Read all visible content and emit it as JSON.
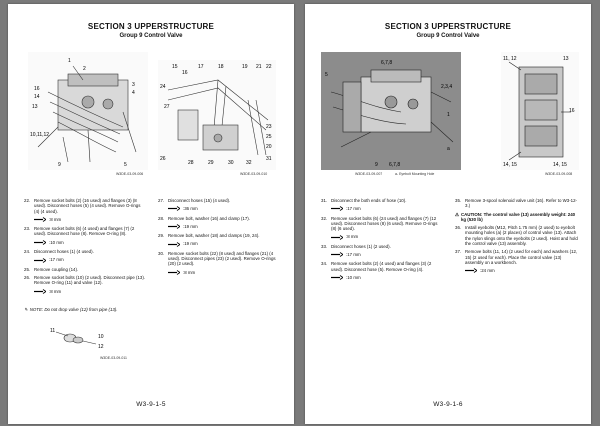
{
  "left": {
    "section": "SECTION 3 UPPERSTRUCTURE",
    "group": "Group 9 Control Valve",
    "fig1_caption": "W3DE-03-09-006",
    "fig2_caption": "W3DE-03-09-010",
    "fig3_caption": "W3DE-03-09-011",
    "fig1_labels": [
      "1",
      "2",
      "3",
      "4",
      "16",
      "14",
      "13",
      "10,11,12",
      "9",
      "5"
    ],
    "fig2_labels": [
      "15",
      "16",
      "17",
      "18",
      "19",
      "20",
      "21",
      "22",
      "23",
      "24",
      "25",
      "26",
      "27",
      "28",
      "29",
      "30",
      "31",
      "32"
    ],
    "fig3_labels": [
      "11",
      "10",
      "12"
    ],
    "steps_col1": [
      {
        "n": "22.",
        "t": "Remove socket bolts (2) (16 used) and flanges (3) (8 used). Disconnect hoses (5) (4 used). Remove O-rings (4) (4 used)."
      },
      {
        "tool": "8 mm"
      },
      {
        "n": "23.",
        "t": "Remove socket bolts (6) (4 used) and flanges (7) (2 used). Disconnect hose (8). Remove O-ring (8)."
      },
      {
        "tool": "10 mm"
      },
      {
        "n": "24.",
        "t": "Disconnect hoses (1) (4 used)."
      },
      {
        "tool": "17 mm"
      },
      {
        "n": "25.",
        "t": "Remove coupling (14)."
      },
      {
        "n": "26.",
        "t": "Remove socket bolts (10) (2 used). Disconnect pipe (13). Remove O-ring (11) and valve (12)."
      },
      {
        "tool": "8 mm"
      }
    ],
    "note": "NOTE:    Do not drop valve (12) from pipe (13).",
    "steps_col2": [
      {
        "n": "27.",
        "t": "Disconnect hoses (15) (4 used)."
      },
      {
        "tool": "36 mm"
      },
      {
        "n": "28.",
        "t": "Remove bolt, washer (16) and clamp (17)."
      },
      {
        "tool": "19 mm"
      },
      {
        "n": "29.",
        "t": "Remove bolt, washer (18) and clamps (19, 24)."
      },
      {
        "tool": "19 mm"
      },
      {
        "n": "30.",
        "t": "Remove socket bolts (22) (8 used) and flanges (21) (4 used). Disconnect pipes (23) (2 used). Remove O-rings (20) (2 used)."
      },
      {
        "tool": "8 mm"
      }
    ],
    "footer": "W3-9-1-5"
  },
  "right": {
    "section": "SECTION 3 UPPERSTRUCTURE",
    "group": "Group 9 Control Valve",
    "fig1_caption": "W3DE-03-09-007",
    "fig1_legend": "a-    Eyebolt Mounting Hole",
    "fig2_caption": "W3DE-03-09-008",
    "fig1_labels": [
      "6,7,8",
      "2,3,4",
      "1",
      "a",
      "5",
      "9",
      "6,7,8"
    ],
    "fig2_labels": [
      "11, 12",
      "13",
      "14, 15",
      "16",
      "14, 15"
    ],
    "steps_col1": [
      {
        "n": "31.",
        "t": "Disconnect the both ends of hose (10)."
      },
      {
        "tool": "17 mm"
      },
      {
        "n": "32.",
        "t": "Remove socket bolts (6) (24 used) and flanges (7) (12 used). Disconnect hoses (8) (6 used). Remove O-rings (8) (6 used)."
      },
      {
        "tool": "8 mm"
      },
      {
        "n": "33.",
        "t": "Disconnect hoses (1) (2 used)."
      },
      {
        "tool": "17 mm"
      },
      {
        "n": "34.",
        "t": "Remove socket bolts (2) (4 used) and flanges (3) (2 used). Disconnect hose (5). Remove O-ring (4)."
      },
      {
        "tool": "10 mm"
      }
    ],
    "steps_col2": [
      {
        "n": "35.",
        "t": "Remove 3-spool solenoid valve unit (16). Refer to W3-12-3.)"
      },
      {
        "caution": "CAUTION:   The control valve (13) assembly weight: 240 kg (530 lb)"
      },
      {
        "n": "36.",
        "t": "Install eyebolts (M12, Pitch 1.75 mm) (2 used) to eyebolt mounting holes (a) (2 places) of control valve (13). Attach the nylon slings onto the eyebolts (2 used). Hoist and hold the control valve (13) assembly."
      },
      {
        "n": "37.",
        "t": "Remove bolts (11, 14) (2 used for each) and washers (12, 15) (2 used for each). Place the control valve (13) assembly on a workbench."
      },
      {
        "tool": "24 mm"
      }
    ],
    "footer": "W3-9-1-6"
  }
}
